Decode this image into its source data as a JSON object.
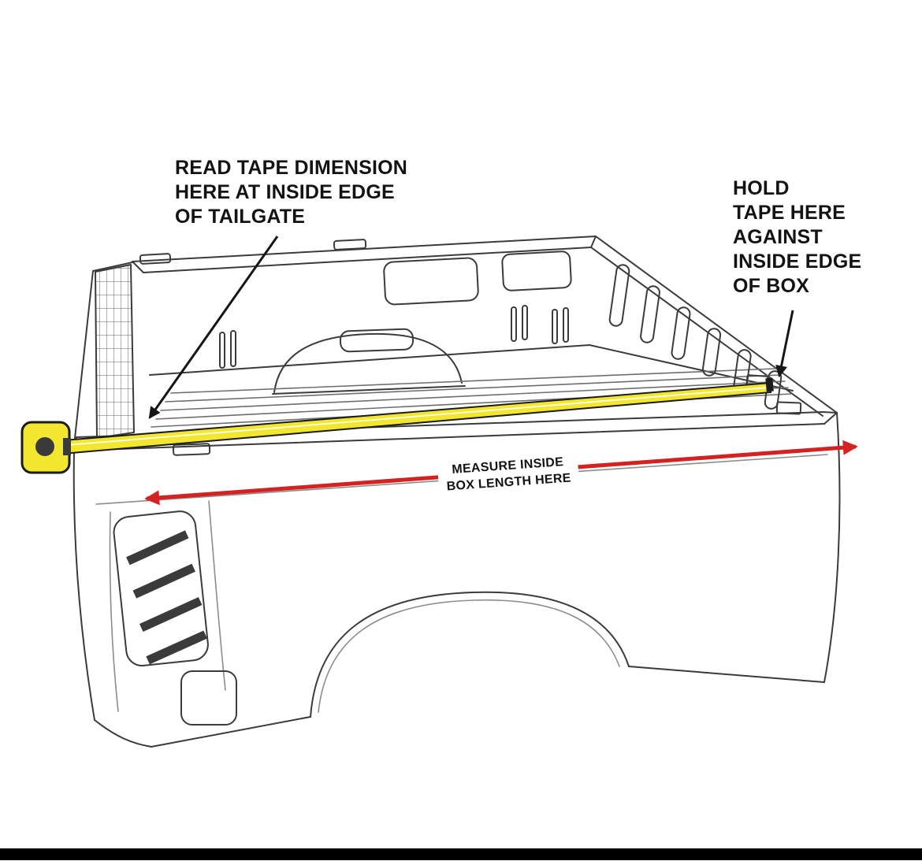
{
  "diagram": {
    "annotations": {
      "read_tape": {
        "lines": [
          "READ TAPE DIMENSION",
          "HERE AT INSIDE EDGE",
          "OF TAILGATE"
        ]
      },
      "hold_tape": {
        "lines": [
          "HOLD",
          "TAPE HERE",
          "AGAINST",
          "INSIDE EDGE",
          "OF BOX"
        ]
      },
      "measure_label": {
        "lines": [
          "MEASURE INSIDE",
          "BOX LENGTH HERE"
        ]
      }
    },
    "colors": {
      "tape_yellow": "#F2E72E",
      "dimension_red": "#D42121",
      "line_art": "#3B3B3B",
      "footer_bar": "#000000"
    },
    "icons": {
      "tape_measure": "tape-measure",
      "dimension_arrow": "double-headed-arrow",
      "pointer_arrow": "arrow-down-left"
    }
  }
}
